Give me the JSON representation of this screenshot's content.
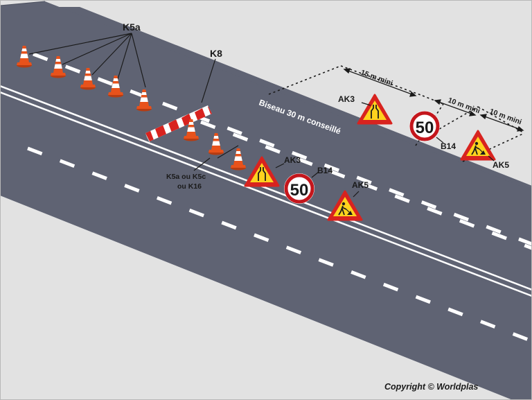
{
  "labels": {
    "k5a_top": "K5a",
    "k8": "K8",
    "k5_alt_line1": "K5a ou K5c",
    "k5_alt_line2": "ou K16",
    "ak3_upper": "AK3",
    "b14_upper": "B14",
    "ak5_upper": "AK5",
    "ak3_lower": "AK3",
    "b14_lower": "B14",
    "ak5_lower": "AK5",
    "biseau": "Biseau 30 m conseillé",
    "dist_15": "15 m mini",
    "dist_10a": "10 m mini",
    "dist_10b": "10 m mini",
    "speed_upper": "50",
    "speed_lower": "50",
    "copyright": "Copyright © Worldplas"
  },
  "colors": {
    "background": "#e2e2e2",
    "road": "#5f6373",
    "marking": "#ffffff",
    "cone": "#e8521b",
    "sign_yellow": "#ffd21e",
    "sign_red": "#d8231f",
    "speed_ring": "#c4161c"
  },
  "icons": {
    "cone": "traffic-cone-icon",
    "ak3": "road-narrows-warning-icon",
    "ak5": "roadworks-warning-icon",
    "b14": "speed-limit-icon",
    "k8": "chevron-barrier-icon"
  }
}
